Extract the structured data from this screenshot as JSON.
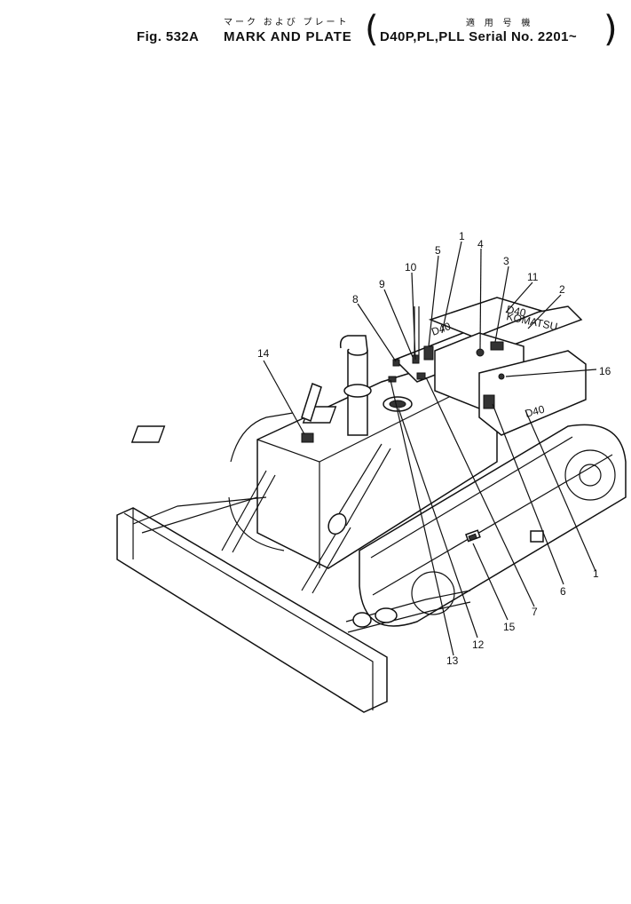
{
  "header": {
    "fig_label": "Fig. 532A",
    "title_jp": "マーク および プレート",
    "title_en": "MARK AND PLATE",
    "applic_jp": "適 用 号 機",
    "model_serial": "D40P,PL,PLL Serial No. 2201~"
  },
  "callouts": [
    "1",
    "1",
    "2",
    "3",
    "4",
    "5",
    "6",
    "7",
    "8",
    "9",
    "10",
    "11",
    "12",
    "13",
    "14",
    "15",
    "16"
  ],
  "plate_text": {
    "brand": "KOMATSU",
    "model_top": "D40",
    "model_side": "D40",
    "model_cab": "D40"
  }
}
